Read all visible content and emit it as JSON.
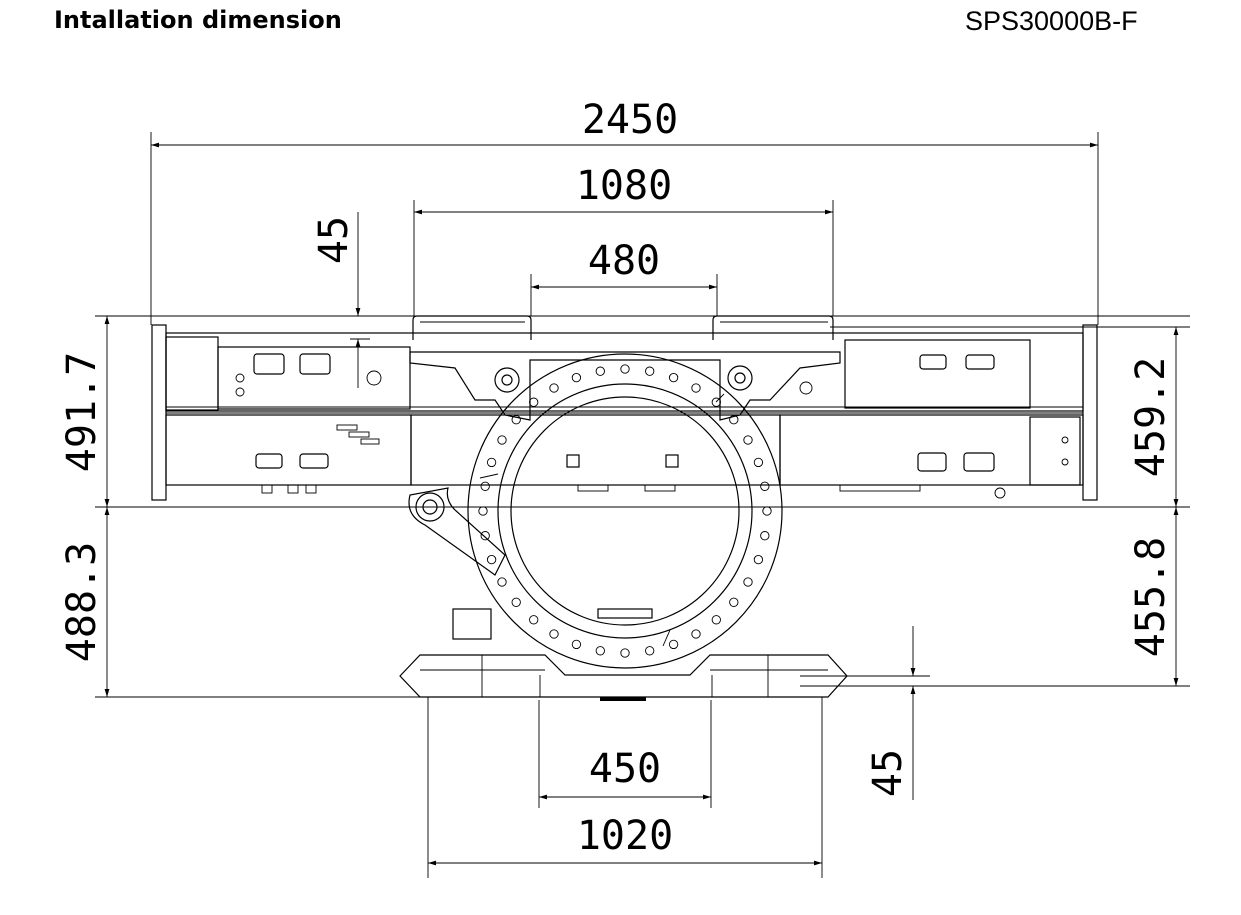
{
  "header": {
    "title": "Intallation dimension",
    "model": "SPS30000B-F"
  },
  "dimensions": {
    "overall_width": "2450",
    "rail_width": "1080",
    "inner_width": "480",
    "top_offset": "45",
    "left_upper_height": "491.7",
    "left_lower_height": "488.3",
    "right_upper_height": "459.2",
    "right_lower_height": "455.8",
    "foot_inner_width": "450",
    "foot_outer_width": "1020",
    "foot_offset": "45"
  }
}
